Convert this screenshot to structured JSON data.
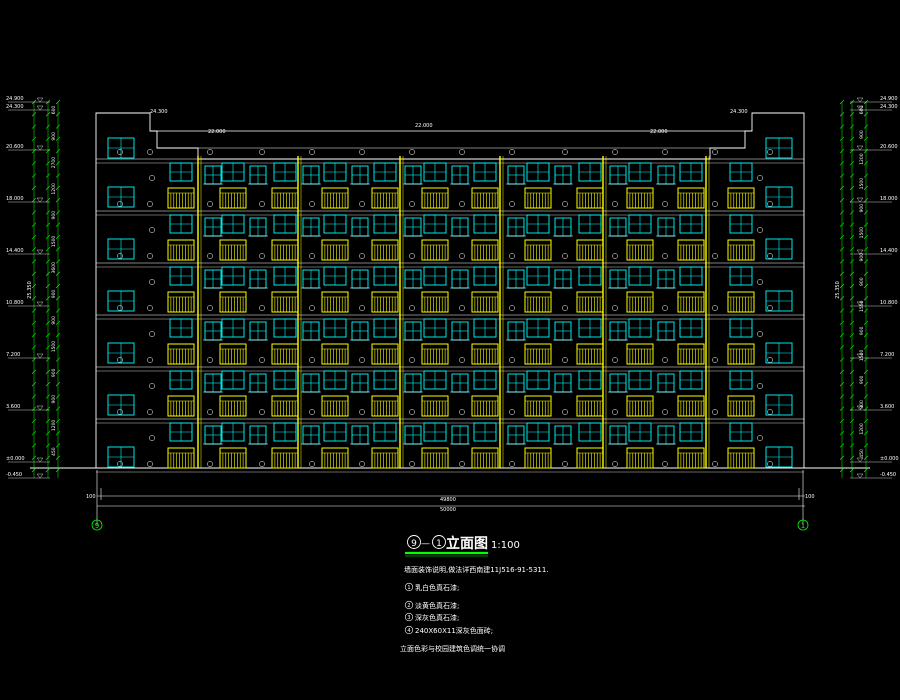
{
  "colors": {
    "background": "#000000",
    "outline": "#ffffff",
    "window": "#00ffff",
    "balcony": "#ffff00",
    "dimension": "#00ff00",
    "tag": "#ffffff",
    "title_underline": "#00ff00"
  },
  "elevation_levels_left": [
    "24.900",
    "24.300",
    "20.600",
    "18.000",
    "14.400",
    "10.800",
    "7.200",
    "3.600",
    "±0.000",
    "-0.450"
  ],
  "elevation_levels_right": [
    "24.900",
    "24.300",
    "20.600",
    "18.000",
    "14.400",
    "10.800",
    "7.200",
    "3.600",
    "±0.000",
    "-0.450"
  ],
  "dimension_segments_left": [
    "600",
    "900",
    "2700",
    "1200",
    "900",
    "1500",
    "3600",
    "900",
    "900",
    "1500",
    "900",
    "900",
    "1200",
    "450"
  ],
  "dimension_segments_right": [
    "600",
    "900",
    "1200",
    "1500",
    "900",
    "1500",
    "900",
    "900",
    "1500",
    "900",
    "1500",
    "900",
    "900",
    "1200",
    "450"
  ],
  "total_height_left": "25.350",
  "total_height_right": "25.350",
  "roof_labels": [
    "24.300",
    "22.000",
    "22.000",
    "22.000",
    "24.300"
  ],
  "bottom_dims": {
    "left_offset": "100",
    "inner": "49800",
    "right_offset": "100",
    "total": "50000"
  },
  "axis_left": "9",
  "axis_right": "1",
  "title": {
    "axis_a": "9",
    "dash": "—",
    "axis_b": "1",
    "text": "立面图",
    "scale": "1:100"
  },
  "notes": {
    "line1": "墙面装饰说明,做法详西南建11J516-91-5311.",
    "items": [
      {
        "num": "1",
        "text": "乳白色真石漆;"
      },
      {
        "num": "2",
        "text": "淡黄色真石漆;"
      },
      {
        "num": "3",
        "text": "深灰色真石漆;"
      },
      {
        "num": "4",
        "text": "240X60X11深灰色面砖;"
      }
    ],
    "footer": "立面色彩与校园建筑色调统一协调"
  }
}
